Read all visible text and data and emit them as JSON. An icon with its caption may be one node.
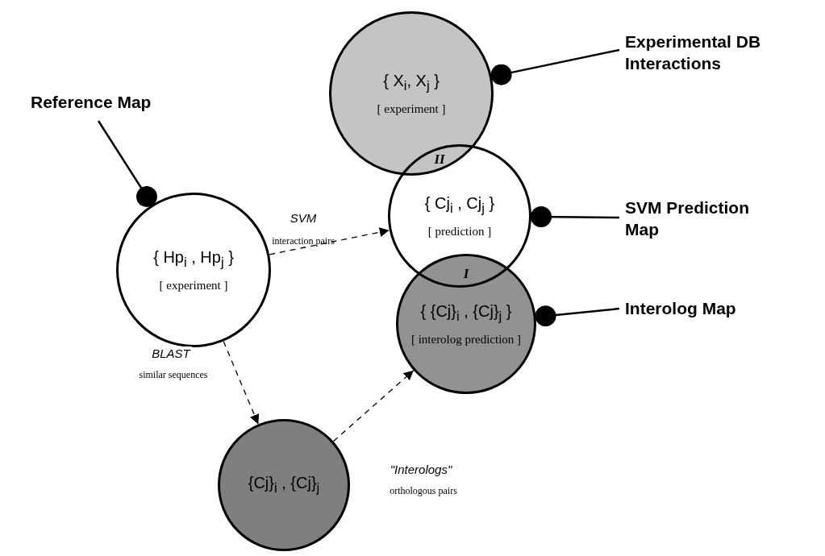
{
  "diagram": {
    "nodes": [
      {
        "text": [
          "{ X$_{i}$, X$_{j}$ }",
          "[ experiment ]"
        ]
      },
      {
        "text": [
          "{ Cj$_{i}$ , Cj$_{j}$ }",
          "[ prediction ]"
        ]
      },
      {
        "text": [
          "{ {Cj}$_{i}$ , {Cj}$_{j}$ }",
          "[ interolog prediction ]"
        ]
      },
      {
        "text": [
          "{ Hp$_{i}$ , Hp$_{j}$ }",
          "[ experiment ]"
        ]
      },
      {
        "text": [
          "{Cj}$_{i}$ , {Cj}$_{j}$"
        ]
      },
      {
        "text": [
          "Experimental DB Interactions"
        ]
      },
      {
        "text": [
          "SVM Prediction Map"
        ]
      },
      {
        "text": [
          "Interolog Map"
        ]
      },
      {
        "text": [
          "Reference Map"
        ]
      }
    ],
    "edges": [
      {
        "from": 5,
        "to": 0,
        "arrow": "other"
      },
      {
        "from": 6,
        "to": 1,
        "arrow": "other"
      },
      {
        "from": 7,
        "to": 2,
        "arrow": "other"
      },
      {
        "from": 8,
        "to": 3,
        "arrow": "other"
      },
      {
        "from": 3,
        "to": 1,
        "arrow": "to",
        "style": "dashed",
        "label": "SVM"
      },
      {
        "from": 3,
        "to": 4,
        "arrow": "to",
        "style": "dashed",
        "label": "BLAST"
      },
      {
        "from": 4,
        "to": 2,
        "arrow": "to",
        "style": "dashed",
        "label": "\"Interologs\""
      }
    ],
    "labels": [
      "II",
      "interaction pairs",
      "I",
      "similar sequences",
      "orthologous pairs"
    ]
  }
}
